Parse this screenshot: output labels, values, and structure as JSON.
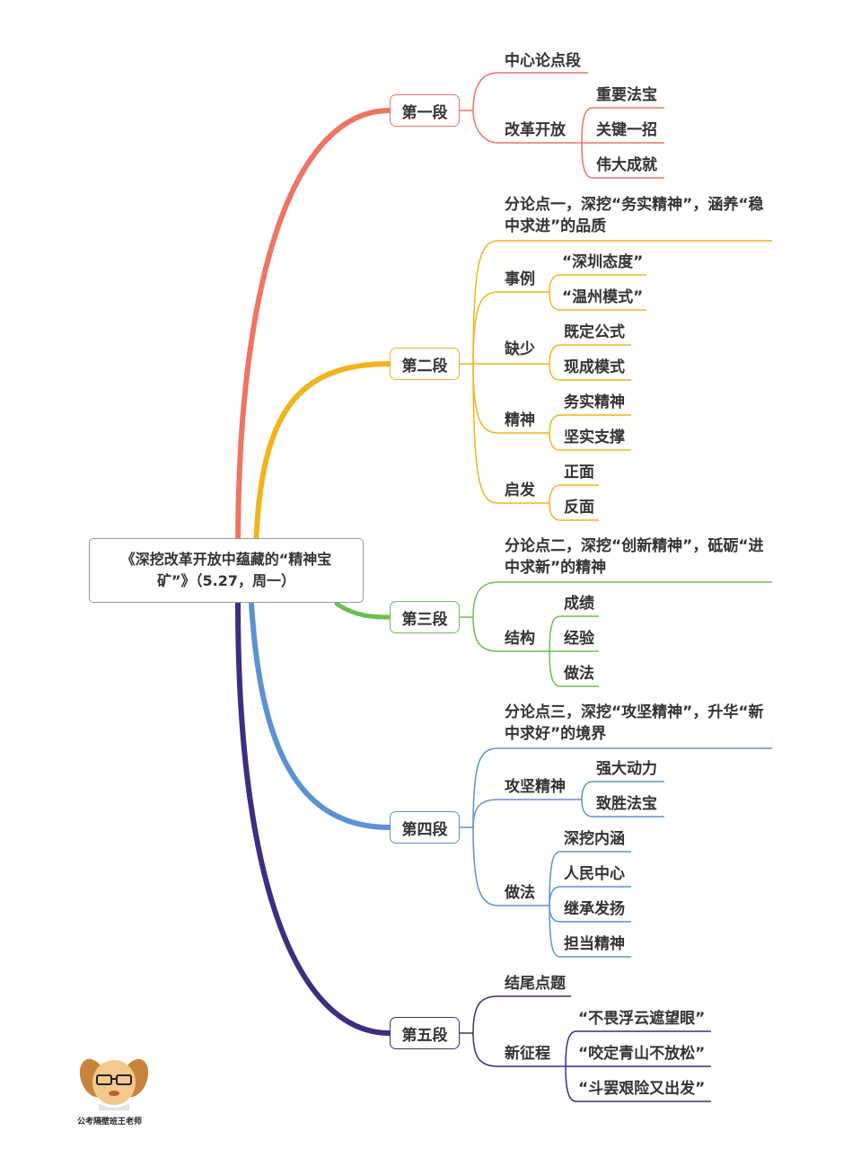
{
  "root": {
    "title": "《深挖改革开放中蕴藏的“精神宝矿”》（5.27，周一）"
  },
  "branches": [
    {
      "label": "第一段",
      "color": "#f07464"
    },
    {
      "label": "第二段",
      "color": "#f2b31c"
    },
    {
      "label": "第三段",
      "color": "#6bbf4e"
    },
    {
      "label": "第四段",
      "color": "#5b92d2"
    },
    {
      "label": "第五段",
      "color": "#3a2f80"
    }
  ],
  "b1": {
    "n1": "中心论点段",
    "n2": "改革开放",
    "n2_children": [
      "重要法宝",
      "关键一招",
      "伟大成就"
    ]
  },
  "b2": {
    "thesis": "分论点一，深挖“务实精神”，涵养“稳中求进”的品质",
    "groups": [
      {
        "label": "事例",
        "children": [
          "“深圳态度”",
          "“温州模式”"
        ]
      },
      {
        "label": "缺少",
        "children": [
          "既定公式",
          "现成模式"
        ]
      },
      {
        "label": "精神",
        "children": [
          "务实精神",
          "坚实支撑"
        ]
      },
      {
        "label": "启发",
        "children": [
          "正面",
          "反面"
        ]
      }
    ]
  },
  "b3": {
    "thesis": "分论点二，深挖“创新精神”，砥砺“进中求新”的精神",
    "groups": [
      {
        "label": "结构",
        "children": [
          "成绩",
          "经验",
          "做法"
        ]
      }
    ]
  },
  "b4": {
    "thesis": "分论点三，深挖“攻坚精神”，升华“新中求好”的境界",
    "groups": [
      {
        "label": "攻坚精神",
        "children": [
          "强大动力",
          "致胜法宝"
        ]
      },
      {
        "label": "做法",
        "children": [
          "深挖内涵",
          "人民中心",
          "继承发扬",
          "担当精神"
        ]
      }
    ]
  },
  "b5": {
    "n1": "结尾点题",
    "n2": "新征程",
    "n2_children": [
      "“不畏浮云遮望眼”",
      "“咬定青山不放松”",
      "“斗罢艰险又出发”"
    ]
  },
  "watermark": {
    "text": "公考隔壁班王老师",
    "icon": "cartoon-dog-icon"
  }
}
